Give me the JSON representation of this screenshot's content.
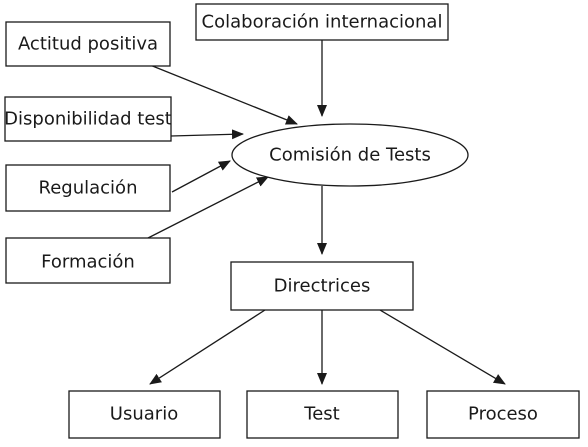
{
  "nodes": {
    "colaboracion": "Colaboración internacional",
    "actitud": "Actitud positiva",
    "disponibilidad": "Disponibilidad test",
    "regulacion": "Regulación",
    "formacion": "Formación",
    "comision": "Comisión de Tests",
    "directrices": "Directrices",
    "usuario": "Usuario",
    "test": "Test",
    "proceso": "Proceso"
  },
  "edges": [
    {
      "from": "colaboracion",
      "to": "comision"
    },
    {
      "from": "actitud",
      "to": "comision"
    },
    {
      "from": "disponibilidad",
      "to": "comision"
    },
    {
      "from": "regulacion",
      "to": "comision"
    },
    {
      "from": "formacion",
      "to": "comision"
    },
    {
      "from": "comision",
      "to": "directrices"
    },
    {
      "from": "directrices",
      "to": "usuario"
    },
    {
      "from": "directrices",
      "to": "test"
    },
    {
      "from": "directrices",
      "to": "proceso"
    }
  ]
}
